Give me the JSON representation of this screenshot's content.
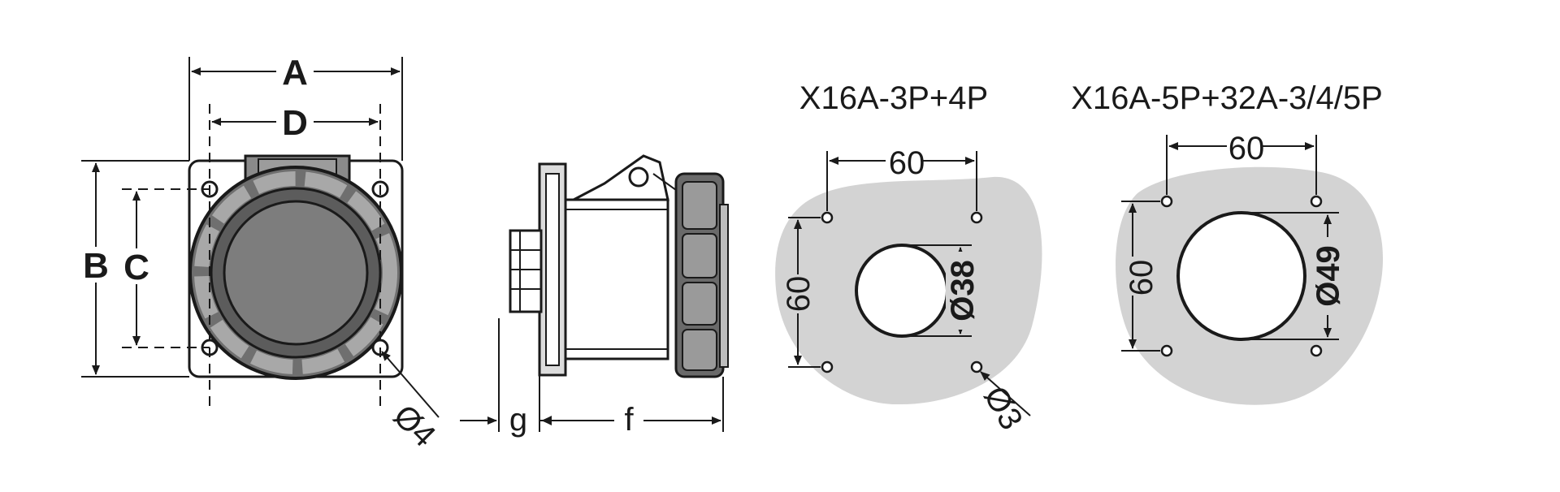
{
  "front_view": {
    "label_a": "A",
    "label_b": "B",
    "label_c": "C",
    "label_d": "D",
    "label_hole": "Ø4"
  },
  "side_view": {
    "label_g": "g",
    "label_f": "f"
  },
  "cutout_1": {
    "title": "X16A-3P+4P",
    "spacing_h": "60",
    "spacing_v": "60",
    "hole_diameter": "Ø38",
    "pin_diameter": "Ø3"
  },
  "cutout_2": {
    "title": "X16A-5P+32A-3/4/5P",
    "spacing_h": "60",
    "spacing_v": "60",
    "hole_diameter": "Ø49"
  },
  "colors": {
    "line": "#1a1a1a",
    "body_gray": "#7a7a7a",
    "light_gray": "#d6d6d6",
    "panel_gray": "#d3d3d3"
  }
}
